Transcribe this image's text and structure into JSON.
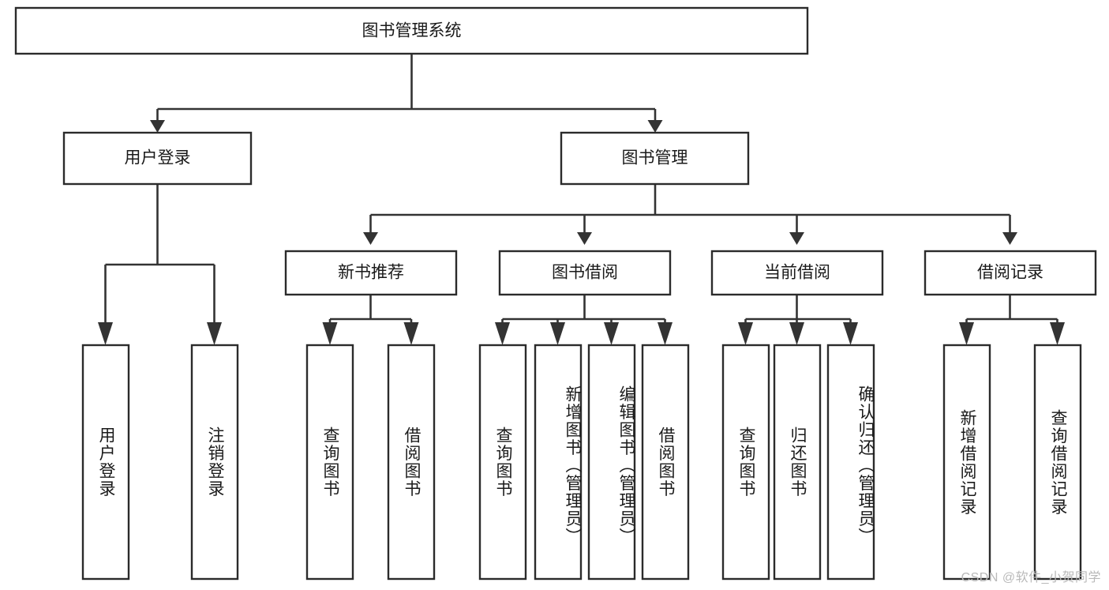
{
  "diagram": {
    "title_node": {
      "label": "图书管理系统"
    },
    "level1": [
      {
        "id": "user-login",
        "label": "用户登录"
      },
      {
        "id": "book-management",
        "label": "图书管理"
      }
    ],
    "level2": [
      {
        "id": "new-book-recommend",
        "label": "新书推荐",
        "parent": "book-management"
      },
      {
        "id": "book-borrow",
        "label": "图书借阅",
        "parent": "book-management"
      },
      {
        "id": "current-borrow",
        "label": "当前借阅",
        "parent": "book-management"
      },
      {
        "id": "borrow-record",
        "label": "借阅记录",
        "parent": "book-management"
      }
    ],
    "leaves": [
      {
        "id": "leaf-user-login",
        "label": "用户登录",
        "parent": "user-login"
      },
      {
        "id": "leaf-logout-login",
        "label": "注销登录",
        "parent": "user-login"
      },
      {
        "id": "leaf-query-book-1",
        "label": "查询图书",
        "parent": "new-book-recommend"
      },
      {
        "id": "leaf-borrow-book-1",
        "label": "借阅图书",
        "parent": "new-book-recommend"
      },
      {
        "id": "leaf-query-book-2",
        "label": "查询图书",
        "parent": "book-borrow"
      },
      {
        "id": "leaf-add-book",
        "label": "新增图书（管理员）",
        "parent": "book-borrow"
      },
      {
        "id": "leaf-edit-book",
        "label": "编辑图书（管理员）",
        "parent": "book-borrow"
      },
      {
        "id": "leaf-borrow-book-2",
        "label": "借阅图书",
        "parent": "book-borrow"
      },
      {
        "id": "leaf-query-book-3",
        "label": "查询图书",
        "parent": "current-borrow"
      },
      {
        "id": "leaf-return-book",
        "label": "归还图书",
        "parent": "current-borrow"
      },
      {
        "id": "leaf-confirm-return",
        "label": "确认归还（管理员）",
        "parent": "current-borrow"
      },
      {
        "id": "leaf-add-record",
        "label": "新增借阅记录",
        "parent": "borrow-record"
      },
      {
        "id": "leaf-query-record",
        "label": "查询借阅记录",
        "parent": "borrow-record"
      }
    ],
    "watermark": "CSDN @软件_小贺同学",
    "colors": {
      "box_stroke": "#2b2b2b",
      "connector": "#333333",
      "background": "#ffffff",
      "text": "#1a1a1a",
      "watermark": "#b9b9b9"
    }
  }
}
